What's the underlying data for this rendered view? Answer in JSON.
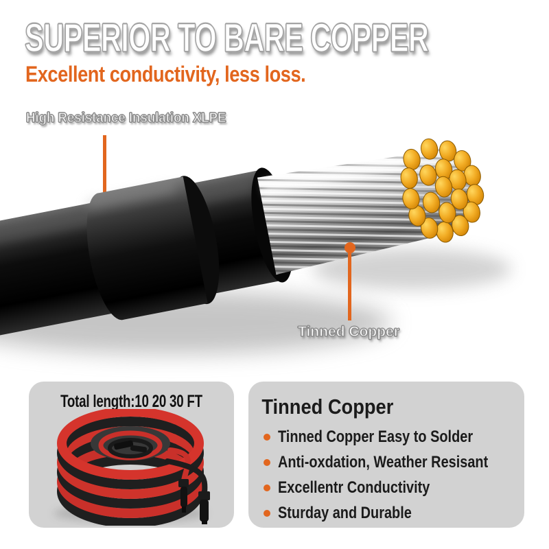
{
  "page": {
    "title": "SUPERIOR TO BARE COPPER",
    "subtitle": "Excellent conductivity, less loss."
  },
  "callouts": {
    "insulation": "High Resistance Insulation XLPE",
    "conductor": "Tinned Copper"
  },
  "length_card": {
    "title": "Total length:10 20 30 FT"
  },
  "features_card": {
    "title": "Tinned Copper",
    "bullets": [
      "Tinned Copper Easy to Solder",
      "Anti-oxdation, Weather Resisant",
      "Excellentr Conductivity",
      "Sturday and Durable"
    ]
  },
  "colors": {
    "accent_orange": "#E2661E",
    "card_background": "#D2D2D2",
    "copper_gold": "#EFA21D",
    "text_dark": "#1B1B1B"
  }
}
